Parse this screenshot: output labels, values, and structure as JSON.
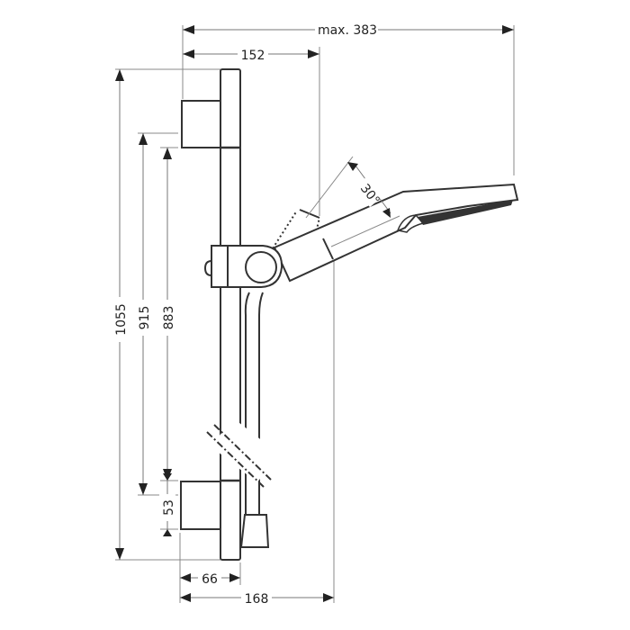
{
  "drawing": {
    "title": "Shower rail set dimension drawing",
    "units": "mm",
    "colors": {
      "line": "#333333",
      "dimension": "#777777",
      "background": "#ffffff"
    }
  },
  "dimensions": {
    "max_width": {
      "label": "max. 383",
      "value": 383
    },
    "rail_projection": {
      "label": "152",
      "value": 152
    },
    "total_height": {
      "label": "1055",
      "value": 1055
    },
    "bracket_spacing_outer": {
      "label": "915",
      "value": 915
    },
    "bracket_spacing_inner": {
      "label": "883",
      "value": 883
    },
    "bracket_height": {
      "label": "53",
      "value": 53
    },
    "bracket_depth": {
      "label": "66",
      "value": 66
    },
    "hose_offset": {
      "label": "168",
      "value": 168
    },
    "tilt_angle": {
      "label": "30°",
      "value": 30
    }
  },
  "components": [
    {
      "name": "wall-rail"
    },
    {
      "name": "upper-wall-bracket"
    },
    {
      "name": "lower-wall-bracket"
    },
    {
      "name": "slider-holder"
    },
    {
      "name": "hand-shower"
    },
    {
      "name": "shower-hose"
    },
    {
      "name": "soap-hose-guide"
    }
  ]
}
